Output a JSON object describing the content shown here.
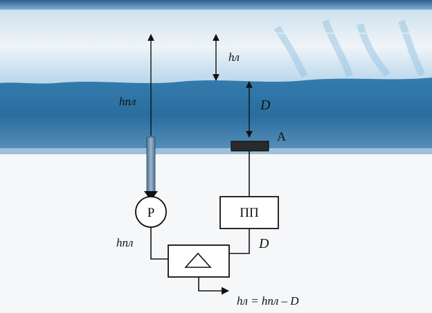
{
  "diagram": {
    "labels": {
      "h_pl_upper": "hпл",
      "h_l_upper": "hл",
      "D_upper": "D",
      "A": "A",
      "P": "P",
      "PP": "ПП",
      "h_pl_lower": "hпл",
      "D_lower": "D",
      "formula": "hл = hпл – D"
    },
    "colors": {
      "ice_light": "#e8f0f6",
      "water_mid": "#3a86b8",
      "water_deep": "#1c5a8a",
      "rod": "#6c8dae",
      "line": "#111111"
    }
  }
}
